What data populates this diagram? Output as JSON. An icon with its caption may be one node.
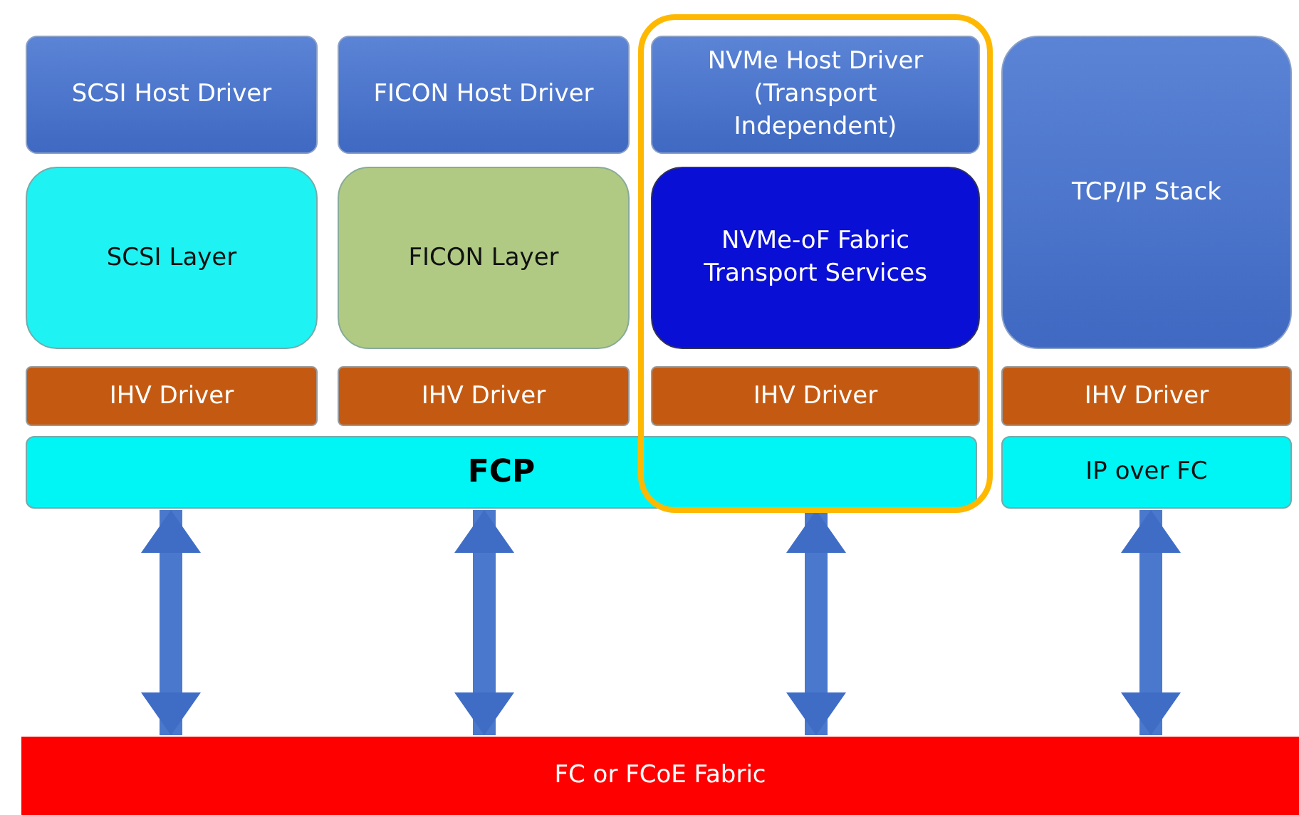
{
  "diagram": {
    "nodes": [
      {
        "text": [
          "SCSI Host Driver"
        ]
      },
      {
        "text": [
          "FICON Host Driver"
        ]
      },
      {
        "text": [
          "NVMe Host Driver (Transport Independent)"
        ]
      },
      {
        "text": [
          "TCP/IP Stack"
        ]
      },
      {
        "text": [
          "SCSI Layer"
        ]
      },
      {
        "text": [
          "FICON Layer"
        ]
      },
      {
        "text": [
          "NVMe-oF Fabric Transport Services"
        ]
      },
      {
        "text": [
          "IHV Driver"
        ]
      },
      {
        "text": [
          "IHV Driver"
        ]
      },
      {
        "text": [
          "IHV Driver"
        ]
      },
      {
        "text": [
          "IHV Driver"
        ]
      },
      {
        "text": [
          "FCP"
        ]
      },
      {
        "text": [
          "IP over FC"
        ]
      },
      {
        "text": [
          "FC or FCoE Fabric"
        ]
      }
    ],
    "edges": [
      {
        "from": 11,
        "to": 13,
        "arrow": "both"
      },
      {
        "from": 11,
        "to": 13,
        "arrow": "both"
      },
      {
        "from": 11,
        "to": 13,
        "arrow": "both"
      },
      {
        "from": 12,
        "to": 13,
        "arrow": "both"
      }
    ]
  }
}
